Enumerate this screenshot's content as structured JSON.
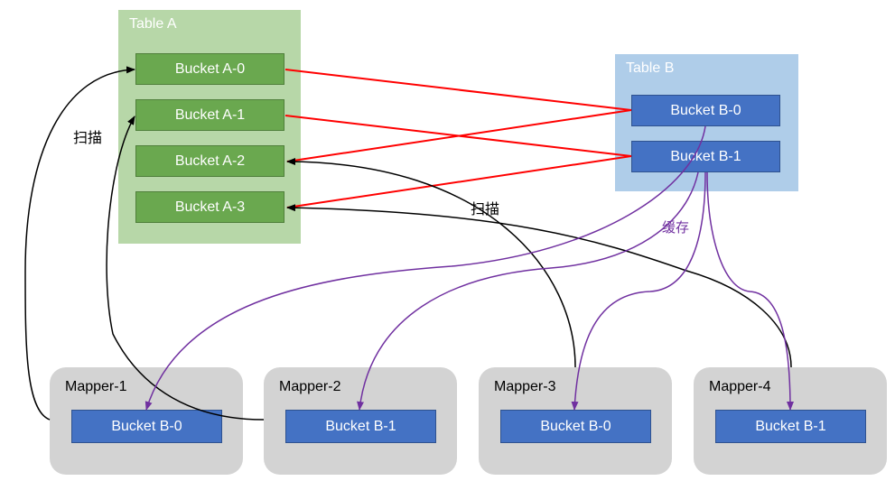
{
  "colors": {
    "table_a_bg": "#b7d7a8",
    "bucket_a": "#6aa84f",
    "table_b_bg": "#afcde9",
    "bucket_b": "#4472c4",
    "mapper_bg": "#d3d3d3",
    "join_edge": "#ff0000",
    "scan_edge": "#000000",
    "cache_edge": "#7030a0"
  },
  "table_a": {
    "title": "Table A",
    "buckets": [
      "Bucket A-0",
      "Bucket A-1",
      "Bucket A-2",
      "Bucket A-3"
    ]
  },
  "table_b": {
    "title": "Table B",
    "buckets": [
      "Bucket B-0",
      "Bucket B-1"
    ]
  },
  "mappers": [
    {
      "title": "Mapper-1",
      "bucket": "Bucket B-0"
    },
    {
      "title": "Mapper-2",
      "bucket": "Bucket B-1"
    },
    {
      "title": "Mapper-3",
      "bucket": "Bucket B-0"
    },
    {
      "title": "Mapper-4",
      "bucket": "Bucket B-1"
    }
  ],
  "labels": {
    "scan_left": "扫描",
    "scan_middle": "扫描",
    "cache": "缓存"
  },
  "edges": {
    "join": [
      {
        "from": "Bucket A-0",
        "to": "Bucket B-0"
      },
      {
        "from": "Bucket A-1",
        "to": "Bucket B-1"
      },
      {
        "from": "Bucket B-0",
        "to": "Bucket A-2"
      },
      {
        "from": "Bucket B-1",
        "to": "Bucket A-3"
      }
    ],
    "scan": [
      {
        "from": "Mapper-1",
        "to": "Bucket A-0"
      },
      {
        "from": "Mapper-2",
        "to": "Bucket A-1"
      },
      {
        "from": "Mapper-3",
        "to": "Bucket A-2"
      },
      {
        "from": "Mapper-4",
        "to": "Bucket A-3"
      }
    ],
    "cache": [
      {
        "from": "Bucket B-0",
        "to": "Mapper-1"
      },
      {
        "from": "Bucket B-1",
        "to": "Mapper-2"
      },
      {
        "from": "Bucket B-1",
        "to": "Mapper-3"
      },
      {
        "from": "Bucket B-1",
        "to": "Mapper-4"
      }
    ]
  }
}
